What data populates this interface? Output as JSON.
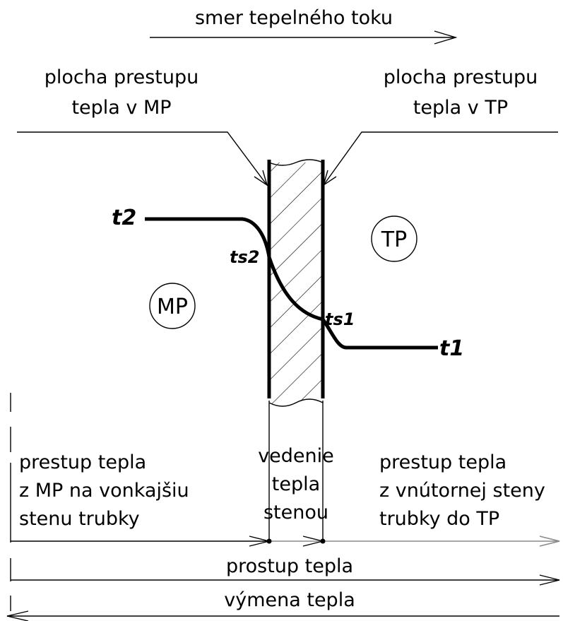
{
  "heat_flow_direction": "smer tepelného toku",
  "surface_mp": {
    "line1": "plocha prestupu",
    "line2": "tepla v MP"
  },
  "surface_tp": {
    "line1": "plocha prestupu",
    "line2": "tepla v TP"
  },
  "temperatures": {
    "t2": "t2",
    "ts2": "ts2",
    "ts1": "ts1",
    "t1": "t1"
  },
  "media": {
    "mp": "MP",
    "tp": "TP"
  },
  "transfer_mp": {
    "line1": "prestup tepla",
    "line2": "z MP na vonkajšiu",
    "line3": "stenu trubky"
  },
  "conduction": {
    "line1": "vedenie",
    "line2": "tepla",
    "line3": "stenou"
  },
  "transfer_tp": {
    "line1": "prestup tepla",
    "line2": "z vnútornej steny",
    "line3": "trubky do TP"
  },
  "total_transfer": "prostup tepla",
  "heat_exchange": "výmena tepla"
}
